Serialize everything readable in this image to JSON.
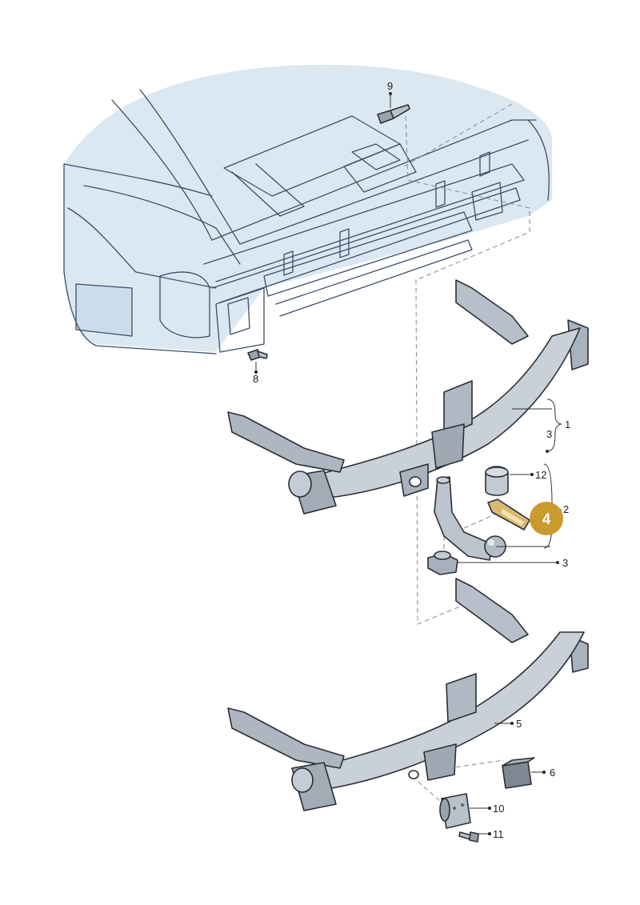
{
  "callouts": {
    "c9": "9",
    "c8": "8",
    "c1": "1",
    "c3a": "3",
    "c12": "12",
    "c2": "2",
    "c3b": "3",
    "c5": "5",
    "c6": "6",
    "c10": "10",
    "c11": "11"
  },
  "highlight": {
    "number": "4",
    "color": "#c99a2e"
  },
  "colors": {
    "body_tint": "#dbe8f2",
    "outline": "#3a4f66",
    "part_grey": "#c9d0d8"
  }
}
